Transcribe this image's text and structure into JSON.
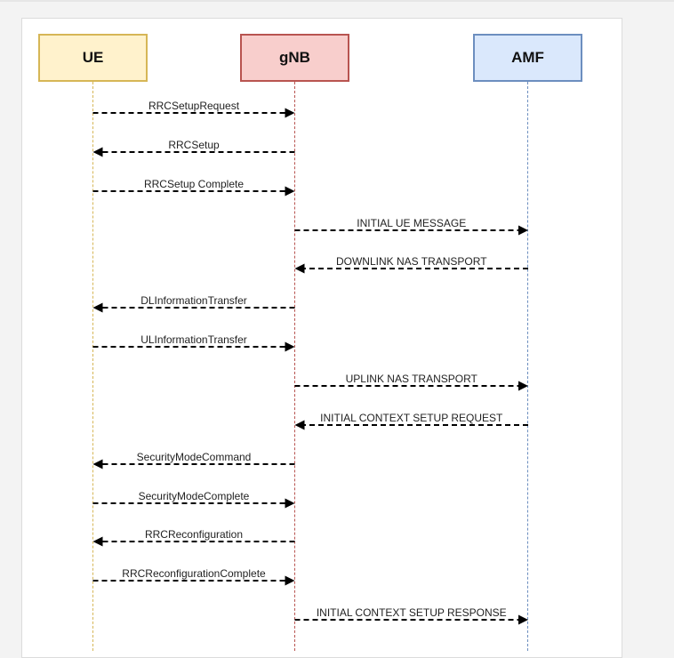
{
  "diagram": {
    "actors": [
      {
        "id": "ue",
        "name": "UE",
        "fill": "#fff2cc",
        "stroke": "#d6b656"
      },
      {
        "id": "gnb",
        "name": "gNB",
        "fill": "#f8cecc",
        "stroke": "#b85450"
      },
      {
        "id": "amf",
        "name": "AMF",
        "fill": "#dae8fc",
        "stroke": "#6c8ebf"
      }
    ],
    "messages": [
      {
        "from": "ue",
        "to": "gnb",
        "label": "RRCSetupRequest"
      },
      {
        "from": "gnb",
        "to": "ue",
        "label": "RRCSetup"
      },
      {
        "from": "ue",
        "to": "gnb",
        "label": "RRCSetup Complete"
      },
      {
        "from": "gnb",
        "to": "amf",
        "label": "INITIAL UE MESSAGE"
      },
      {
        "from": "amf",
        "to": "gnb",
        "label": "DOWNLINK NAS TRANSPORT"
      },
      {
        "from": "gnb",
        "to": "ue",
        "label": "DLInformationTransfer"
      },
      {
        "from": "ue",
        "to": "gnb",
        "label": "ULInformationTransfer"
      },
      {
        "from": "gnb",
        "to": "amf",
        "label": "UPLINK NAS TRANSPORT"
      },
      {
        "from": "amf",
        "to": "gnb",
        "label": "INITIAL CONTEXT SETUP REQUEST"
      },
      {
        "from": "gnb",
        "to": "ue",
        "label": "SecurityModeCommand"
      },
      {
        "from": "ue",
        "to": "gnb",
        "label": "SecurityModeComplete"
      },
      {
        "from": "gnb",
        "to": "ue",
        "label": "RRCReconfiguration"
      },
      {
        "from": "ue",
        "to": "gnb",
        "label": "RRCReconfigurationComplete"
      },
      {
        "from": "gnb",
        "to": "amf",
        "label": "INITIAL CONTEXT SETUP RESPONSE"
      }
    ]
  }
}
